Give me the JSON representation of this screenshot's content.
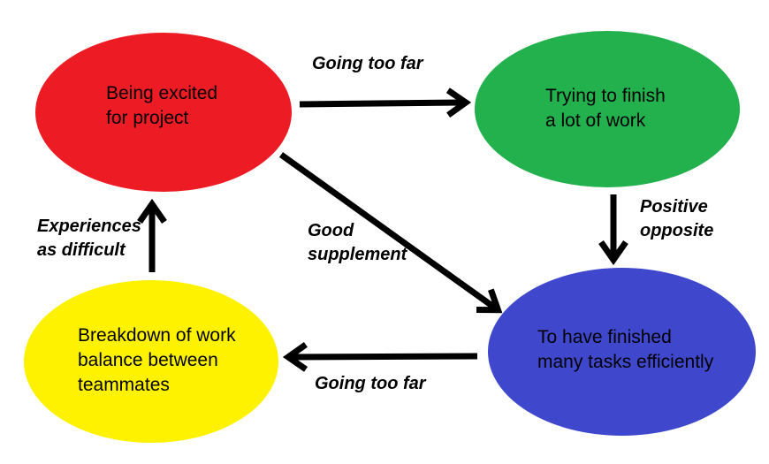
{
  "diagram": {
    "background": "#ffffff",
    "arrow_color": "#000000",
    "nodes": [
      {
        "id": "being-excited-for-project",
        "color": "#ed1c24",
        "text_color": "#000000",
        "label": "Being excited for project",
        "lines": [
          "Being excited",
          "for project"
        ]
      },
      {
        "id": "trying-to-finish-a-lot-of-work",
        "color": "#22b14c",
        "text_color": "#000000",
        "label": "Trying to finish a lot of work",
        "lines": [
          "Trying to finish",
          "a lot of work"
        ]
      },
      {
        "id": "to-have-finished-many-tasks-efficiently",
        "color": "#3f48cc",
        "text_color": "#000000",
        "label": "To have finished many tasks efficiently",
        "lines": [
          "To have finished",
          "many tasks efficiently"
        ]
      },
      {
        "id": "breakdown-of-work-balance-between-teammates",
        "color": "#fff200",
        "text_color": "#000000",
        "label": "Breakdown of work balance between teammates",
        "lines": [
          "Breakdown of work",
          "balance between",
          "teammates"
        ]
      }
    ],
    "edges": [
      {
        "from": "being-excited-for-project",
        "to": "trying-to-finish-a-lot-of-work",
        "label": "Going too far",
        "lines": [
          "Going too far"
        ]
      },
      {
        "from": "trying-to-finish-a-lot-of-work",
        "to": "to-have-finished-many-tasks-efficiently",
        "label": "Positive opposite",
        "lines": [
          "Positive",
          "opposite"
        ]
      },
      {
        "from": "being-excited-for-project",
        "to": "to-have-finished-many-tasks-efficiently",
        "label": "Good supplement",
        "lines": [
          "Good",
          "supplement"
        ]
      },
      {
        "from": "to-have-finished-many-tasks-efficiently",
        "to": "breakdown-of-work-balance-between-teammates",
        "label": "Going too far",
        "lines": [
          "Going too far"
        ]
      },
      {
        "from": "breakdown-of-work-balance-between-teammates",
        "to": "being-excited-for-project",
        "label": "Experiences as difficult",
        "lines": [
          "Experiences",
          "as difficult"
        ]
      }
    ]
  }
}
